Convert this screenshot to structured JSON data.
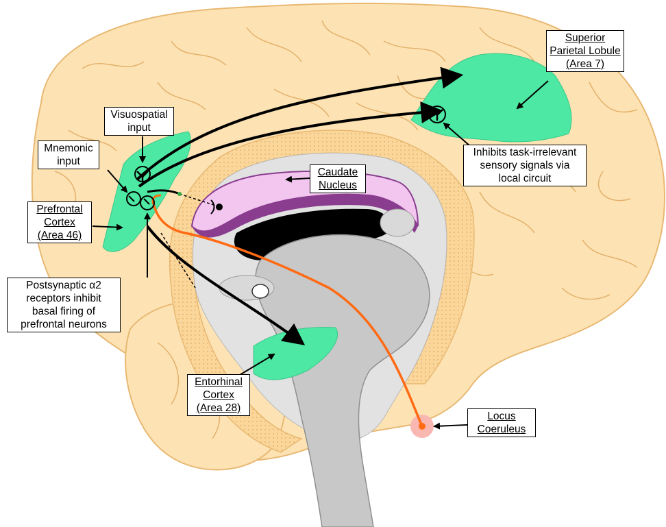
{
  "colors": {
    "cortex": "#fde3b4",
    "cortex_line": "#e8b872",
    "green_area": "#4de8a3",
    "caudate": "#f3c6f0",
    "caudate_dark": "#8a3c8f",
    "grey": "#c8c8c8",
    "light_grey": "#e2e2e2",
    "pathway_orange": "#ff6a13",
    "locus_glow": "#f9b7b2"
  },
  "labels": {
    "superior_parietal": [
      "Superior",
      "Parietal Lobule",
      "(Area 7)"
    ],
    "visuospatial": [
      "Visuospatial",
      "input"
    ],
    "mnemonic": [
      "Mnemonic",
      "input"
    ],
    "caudate": [
      "Caudate",
      "Nucleus"
    ],
    "inhibits": [
      "Inhibits task-irrelevant",
      "sensory signals via",
      "local circuit"
    ],
    "prefrontal": [
      "Prefrontal",
      "Cortex",
      "(Area 46)"
    ],
    "postsynaptic": [
      "Postsynaptic α2",
      "receptors inhibit",
      "basal firing of",
      "prefrontal neurons"
    ],
    "entorhinal": [
      "Entorhinal",
      "Cortex",
      "(Area 28)"
    ],
    "locus": [
      "Locus",
      "Coeruleus"
    ]
  }
}
